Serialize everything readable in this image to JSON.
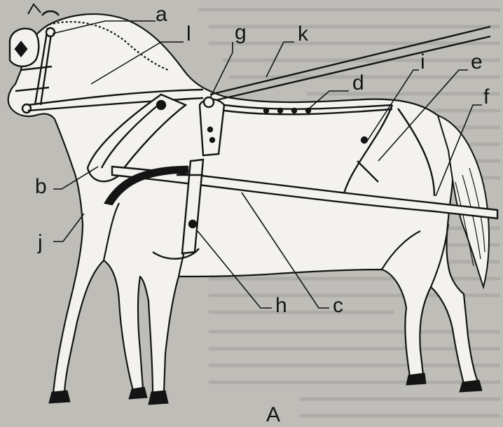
{
  "figure": {
    "caption": "A",
    "labels": {
      "a": "a",
      "l": "l",
      "g": "g",
      "k": "k",
      "i": "i",
      "e": "e",
      "d": "d",
      "f": "f",
      "b": "b",
      "j": "j",
      "h": "h",
      "c": "c"
    }
  },
  "colors": {
    "page": "#bfbdb8",
    "ink": "#141414",
    "horse_fill": "#f3f2ee"
  }
}
